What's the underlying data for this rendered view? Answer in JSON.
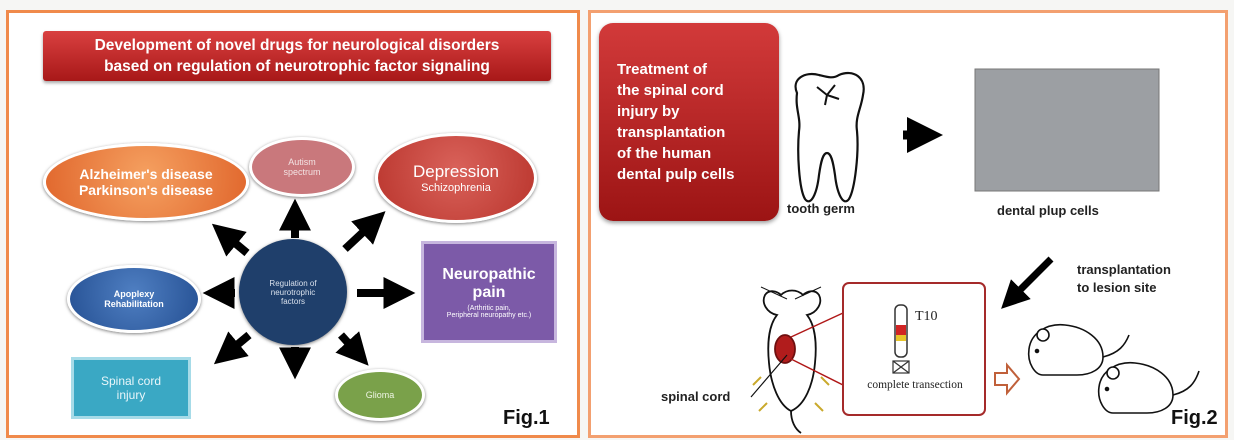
{
  "fig1": {
    "title_line1": "Development of novel drugs for neurological disorders",
    "title_line2": "based on regulation of neurotrophic factor signaling",
    "center_line1": "Regulation of",
    "center_line2": "neurotrophic",
    "center_line3": "factors",
    "alz_line1": "Alzheimer's disease",
    "alz_line2": "Parkinson's disease",
    "autism_line1": "Autism",
    "autism_line2": "spectrum",
    "dep_line1": "Depression",
    "dep_line2": "Schizophrenia",
    "apo_line1": "Apoplexy",
    "apo_line2": "Rehabilitation",
    "neuro_line1": "Neuropathic",
    "neuro_line2": "pain",
    "neuro_line3": "(Arthritic pain,",
    "neuro_line4": "Peripheral neuropathy etc.)",
    "spinal_line1": "Spinal cord",
    "spinal_line2": "injury",
    "glioma": "Glioma",
    "fig_label": "Fig.1"
  },
  "fig2": {
    "title_line1": "Treatment of",
    "title_line2": "the spinal cord",
    "title_line3": "injury by",
    "title_line4": "transplantation",
    "title_line5": "of the human",
    "title_line6": "dental pulp cells",
    "tooth_label": "tooth germ",
    "cells_label": "dental plup cells",
    "transplant_line1": "transplantation",
    "transplant_line2": "to lesion site",
    "t10": "T10",
    "transection": "complete transection",
    "spinal_label": "spinal cord",
    "fig_label": "Fig.2"
  }
}
